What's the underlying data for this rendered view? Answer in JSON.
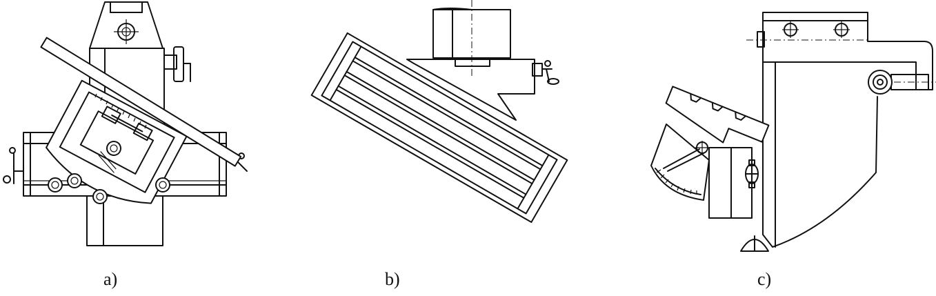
{
  "figure": {
    "captions": {
      "a": "a)",
      "b": "b)",
      "c": "c)"
    }
  }
}
